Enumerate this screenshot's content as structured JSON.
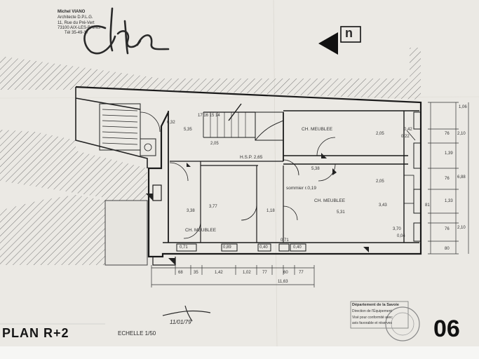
{
  "header": {
    "architect_name": "Michel VIANO",
    "architect_title": "Architecte D.P.L.G.",
    "address_line1": "11, Rue du Pré-Vert",
    "address_line2": "73100 AIX-LES-BAINS",
    "phone": "Tél 35-49-17"
  },
  "plan": {
    "title": "PLAN R+2",
    "scale": "ECHELLE 1/50",
    "sheet_number": "06",
    "date": "11/01/79"
  },
  "rooms": {
    "ch_meublee_top": "CH. MEUBLEE",
    "ch_meublee_right": "CH. MEUBLEE",
    "ch_meublee_left": "CH. MEUBLEE",
    "sommier": "sommier r.0,19",
    "hsp": "H.S.P. 2,65"
  },
  "dimensions": {
    "bottom": [
      "68",
      "35",
      "1,42",
      "1,02",
      "77",
      "60",
      "77"
    ],
    "total": "11,63",
    "right": [
      "1,06",
      "76",
      "2,10",
      "1,39",
      "76",
      "6,88",
      "1,33",
      "76",
      "2,10",
      "80"
    ],
    "misc": [
      "5,35",
      "2,05",
      "0,32",
      "2,05",
      "2,05",
      "3,38",
      "3,77",
      "1,18",
      "5,31",
      "3,43",
      "0,22",
      "3,70",
      "0,71",
      "0,89",
      "0,40",
      "0,71",
      "0,40",
      "0,42",
      "0,04",
      "5,38",
      "81",
      "17 16 15 14"
    ]
  },
  "stamp": {
    "line1": "Département de la Savoie",
    "line2": "Direction de l'Équipement",
    "line3": "Visé pour conformité avec",
    "line4": "avis favorable et réserves"
  },
  "north_label": "n"
}
